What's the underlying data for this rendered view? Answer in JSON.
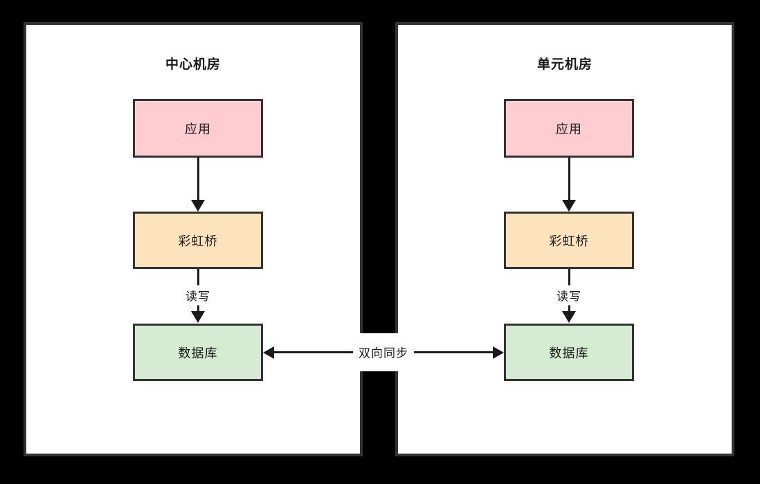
{
  "diagram": {
    "title": "",
    "background_color": "#000000",
    "panel_background": "#FFFFFF",
    "border_color": "#333333",
    "line_color": "#1a1a1a",
    "panels": [
      {
        "id": "center",
        "title": "中心机房",
        "nodes": [
          {
            "id": "app",
            "label": "应用",
            "fill": "#FFCCD2"
          },
          {
            "id": "bridge",
            "label": "彩虹桥",
            "fill": "#FDE3BB"
          },
          {
            "id": "database",
            "label": "数据库",
            "fill": "#D5EBD2"
          }
        ],
        "edge_labels": {
          "bridge_to_database": "读写"
        }
      },
      {
        "id": "unit",
        "title": "单元机房",
        "nodes": [
          {
            "id": "app",
            "label": "应用",
            "fill": "#FFCCD2"
          },
          {
            "id": "bridge",
            "label": "彩虹桥",
            "fill": "#FDE3BB"
          },
          {
            "id": "database",
            "label": "数据库",
            "fill": "#D5EBD2"
          }
        ],
        "edge_labels": {
          "bridge_to_database": "读写"
        }
      }
    ],
    "cross_panel_edge": {
      "label": "双向同步",
      "from": "数据库",
      "to": "数据库",
      "direction": "bidirectional"
    }
  }
}
